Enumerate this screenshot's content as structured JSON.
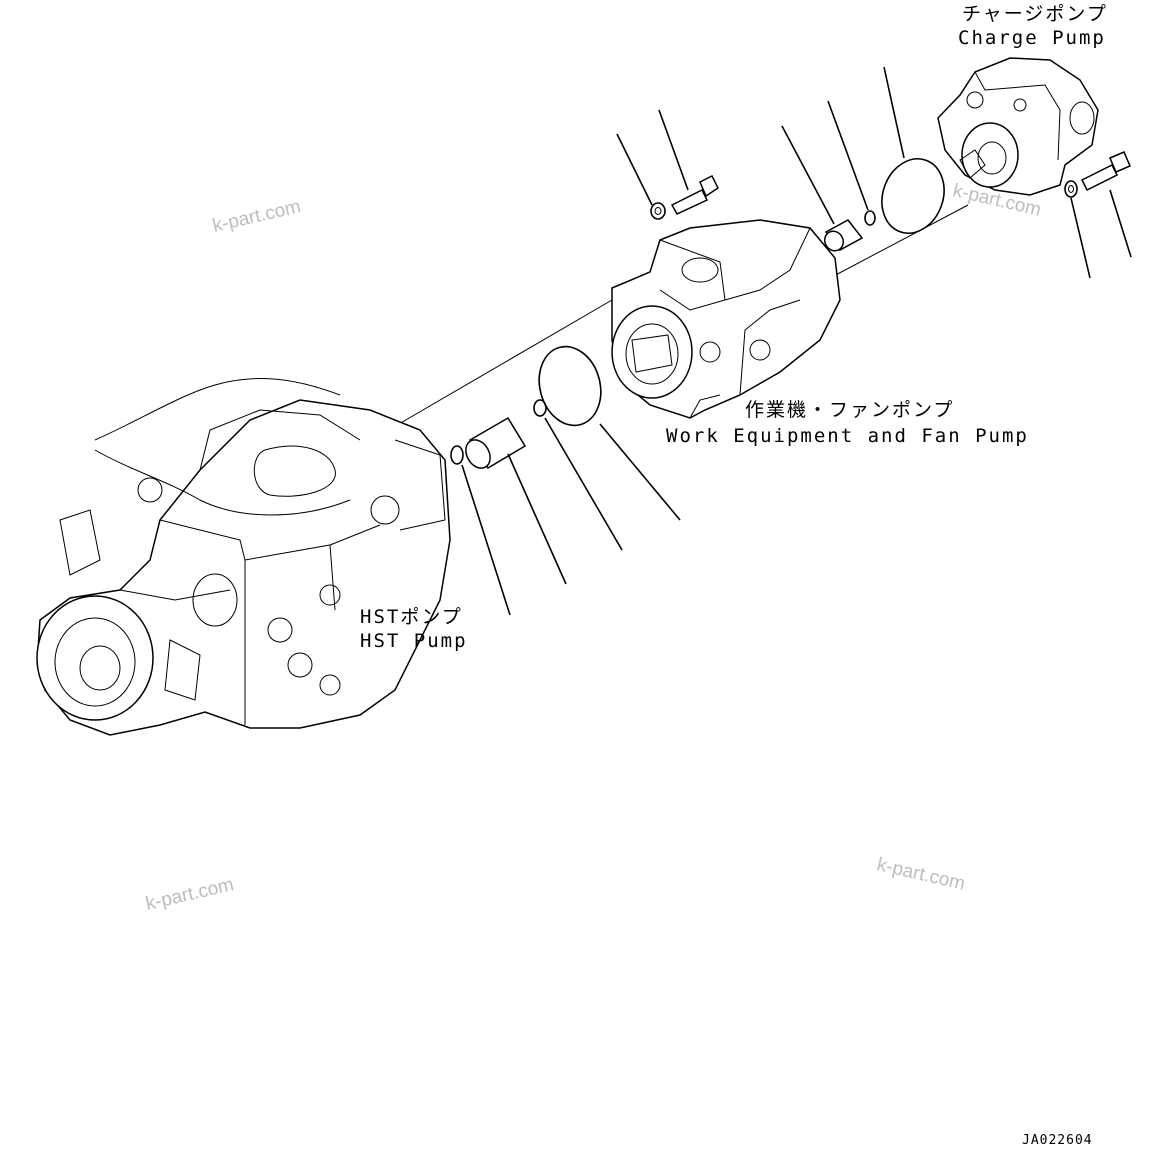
{
  "labels": {
    "charge_pump_jp": "チャージポンプ",
    "charge_pump_en": "Charge Pump",
    "work_pump_jp": "作業機・ファンポンプ",
    "work_pump_en": "Work Equipment and Fan Pump",
    "hst_pump_jp": "HSTポンプ",
    "hst_pump_en": "HST Pump"
  },
  "watermark": "k-part.com",
  "drawing_code": "JA022604"
}
